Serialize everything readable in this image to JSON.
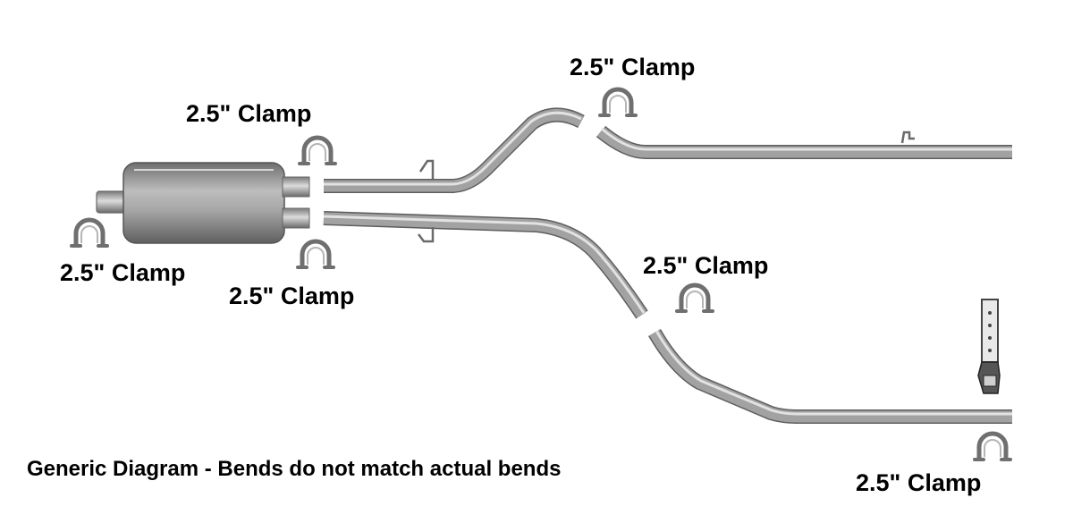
{
  "labels": {
    "clamp_inlet": "2.5\" Clamp",
    "clamp_muffler_top": "2.5\" Clamp",
    "clamp_muffler_bottom": "2.5\" Clamp",
    "clamp_upper_pipe": "2.5\" Clamp",
    "clamp_lower_pipe": "2.5\" Clamp",
    "clamp_tail": "2.5\" Clamp"
  },
  "note": "Generic Diagram - Bends do not match actual bends",
  "colors": {
    "pipe": "#9a9a9a",
    "pipe_highlight": "#e4e4e4",
    "pipe_shadow": "#5e5e5e",
    "muffler": "#a8a8a8",
    "clamp": "#777777",
    "text": "#000000"
  }
}
